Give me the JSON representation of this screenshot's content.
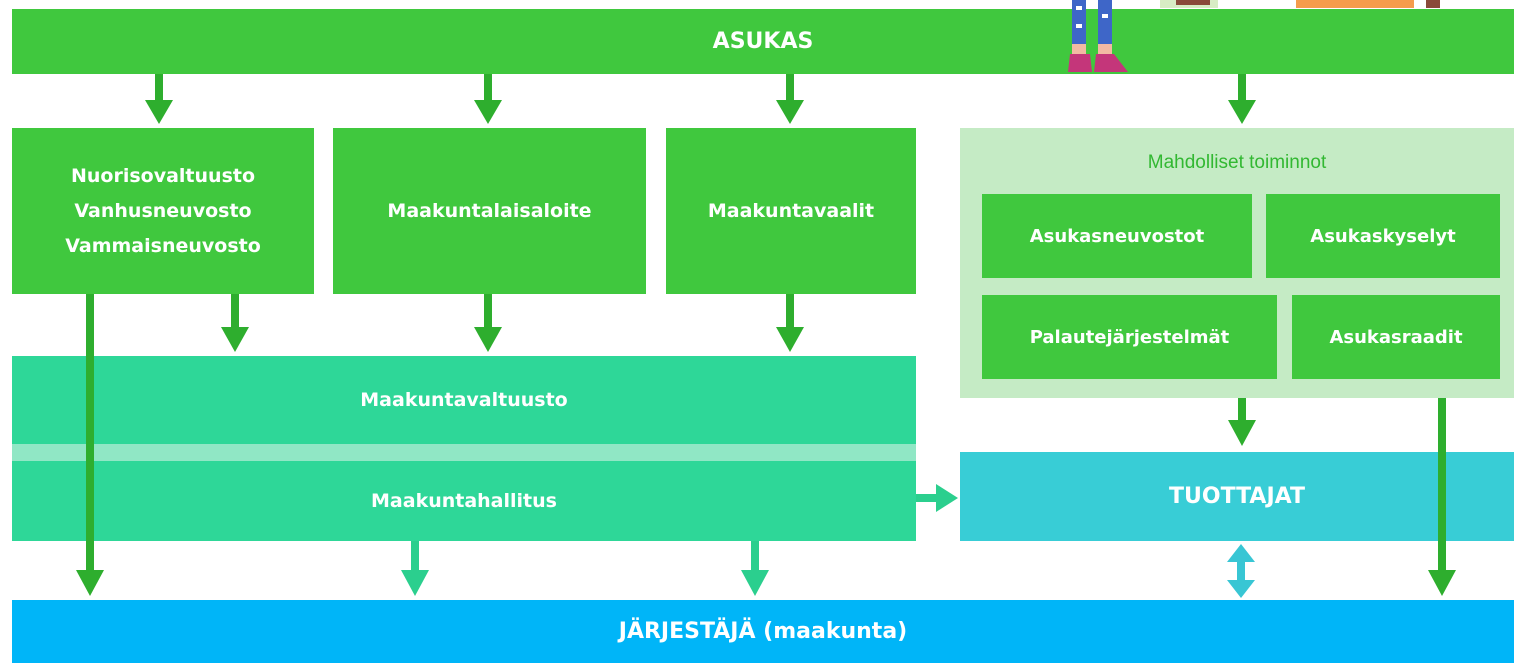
{
  "colors": {
    "green": "#40c83e",
    "green_dark": "#2eaa2f",
    "teal": "#2ed798",
    "teal_light": "#90e7c5",
    "cyan": "#38cdd6",
    "blue": "#00b5f8",
    "pale_green": "#c5ebc5",
    "arrow_green": "#2eae2e",
    "arrow_teal": "#2bcf8e",
    "arrow_cyan": "#38c6d4"
  },
  "top": {
    "label": "ASUKAS"
  },
  "councils": {
    "lines": [
      "Nuorisovaltuusto",
      "Vanhusneuvosto",
      "Vammaisneuvosto"
    ]
  },
  "initiative": {
    "label": "Maakuntalaisaloite"
  },
  "elections": {
    "label": "Maakuntavaalit"
  },
  "options": {
    "title": "Mahdolliset toiminnot",
    "items": [
      "Asukasneuvostot",
      "Asukaskyselyt",
      "Palautejärjestelmät",
      "Asukasraadit"
    ]
  },
  "council": {
    "label": "Maakuntavaltuusto"
  },
  "board": {
    "label": "Maakuntahallitus"
  },
  "producers": {
    "label": "TUOTTAJAT"
  },
  "organizer": {
    "label": "JÄRJESTÄJÄ (maakunta)"
  },
  "illustration": {
    "icon": "person-icon"
  }
}
